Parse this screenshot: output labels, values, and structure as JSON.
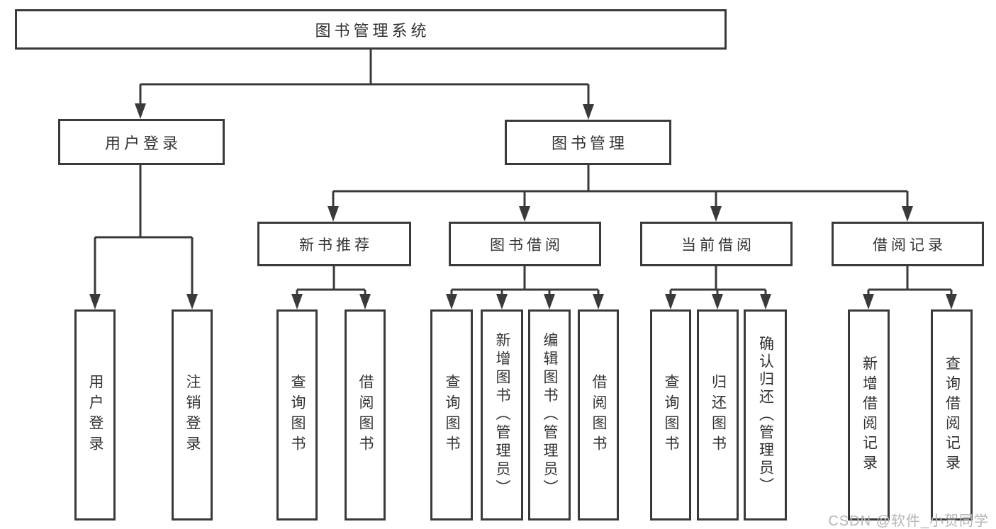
{
  "tree": {
    "root": {
      "label": "图书管理系统"
    },
    "branches": [
      {
        "label": "用户登录",
        "children": [
          {
            "label": "用户登录"
          },
          {
            "label": "注销登录"
          }
        ]
      },
      {
        "label": "图书管理",
        "children": [
          {
            "label": "新书推荐",
            "children": [
              {
                "label": "查询图书"
              },
              {
                "label": "借阅图书"
              }
            ]
          },
          {
            "label": "图书借阅",
            "children": [
              {
                "label": "查询图书"
              },
              {
                "label": "新增图书（管理员）"
              },
              {
                "label": "编辑图书（管理员）"
              },
              {
                "label": "借阅图书"
              }
            ]
          },
          {
            "label": "当前借阅",
            "children": [
              {
                "label": "查询图书"
              },
              {
                "label": "归还图书"
              },
              {
                "label": "确认归还（管理员）"
              }
            ]
          },
          {
            "label": "借阅记录",
            "children": [
              {
                "label": "新增借阅记录"
              },
              {
                "label": "查询借阅记录"
              }
            ]
          }
        ]
      }
    ]
  },
  "watermark": {
    "text": "CSDN @软件_小贺同学"
  },
  "colors": {
    "line": "#3a3a3a",
    "box_border": "#3a3a3a",
    "box_bg": "#ffffff",
    "text": "#333333",
    "watermark": "#b5b5b5"
  }
}
